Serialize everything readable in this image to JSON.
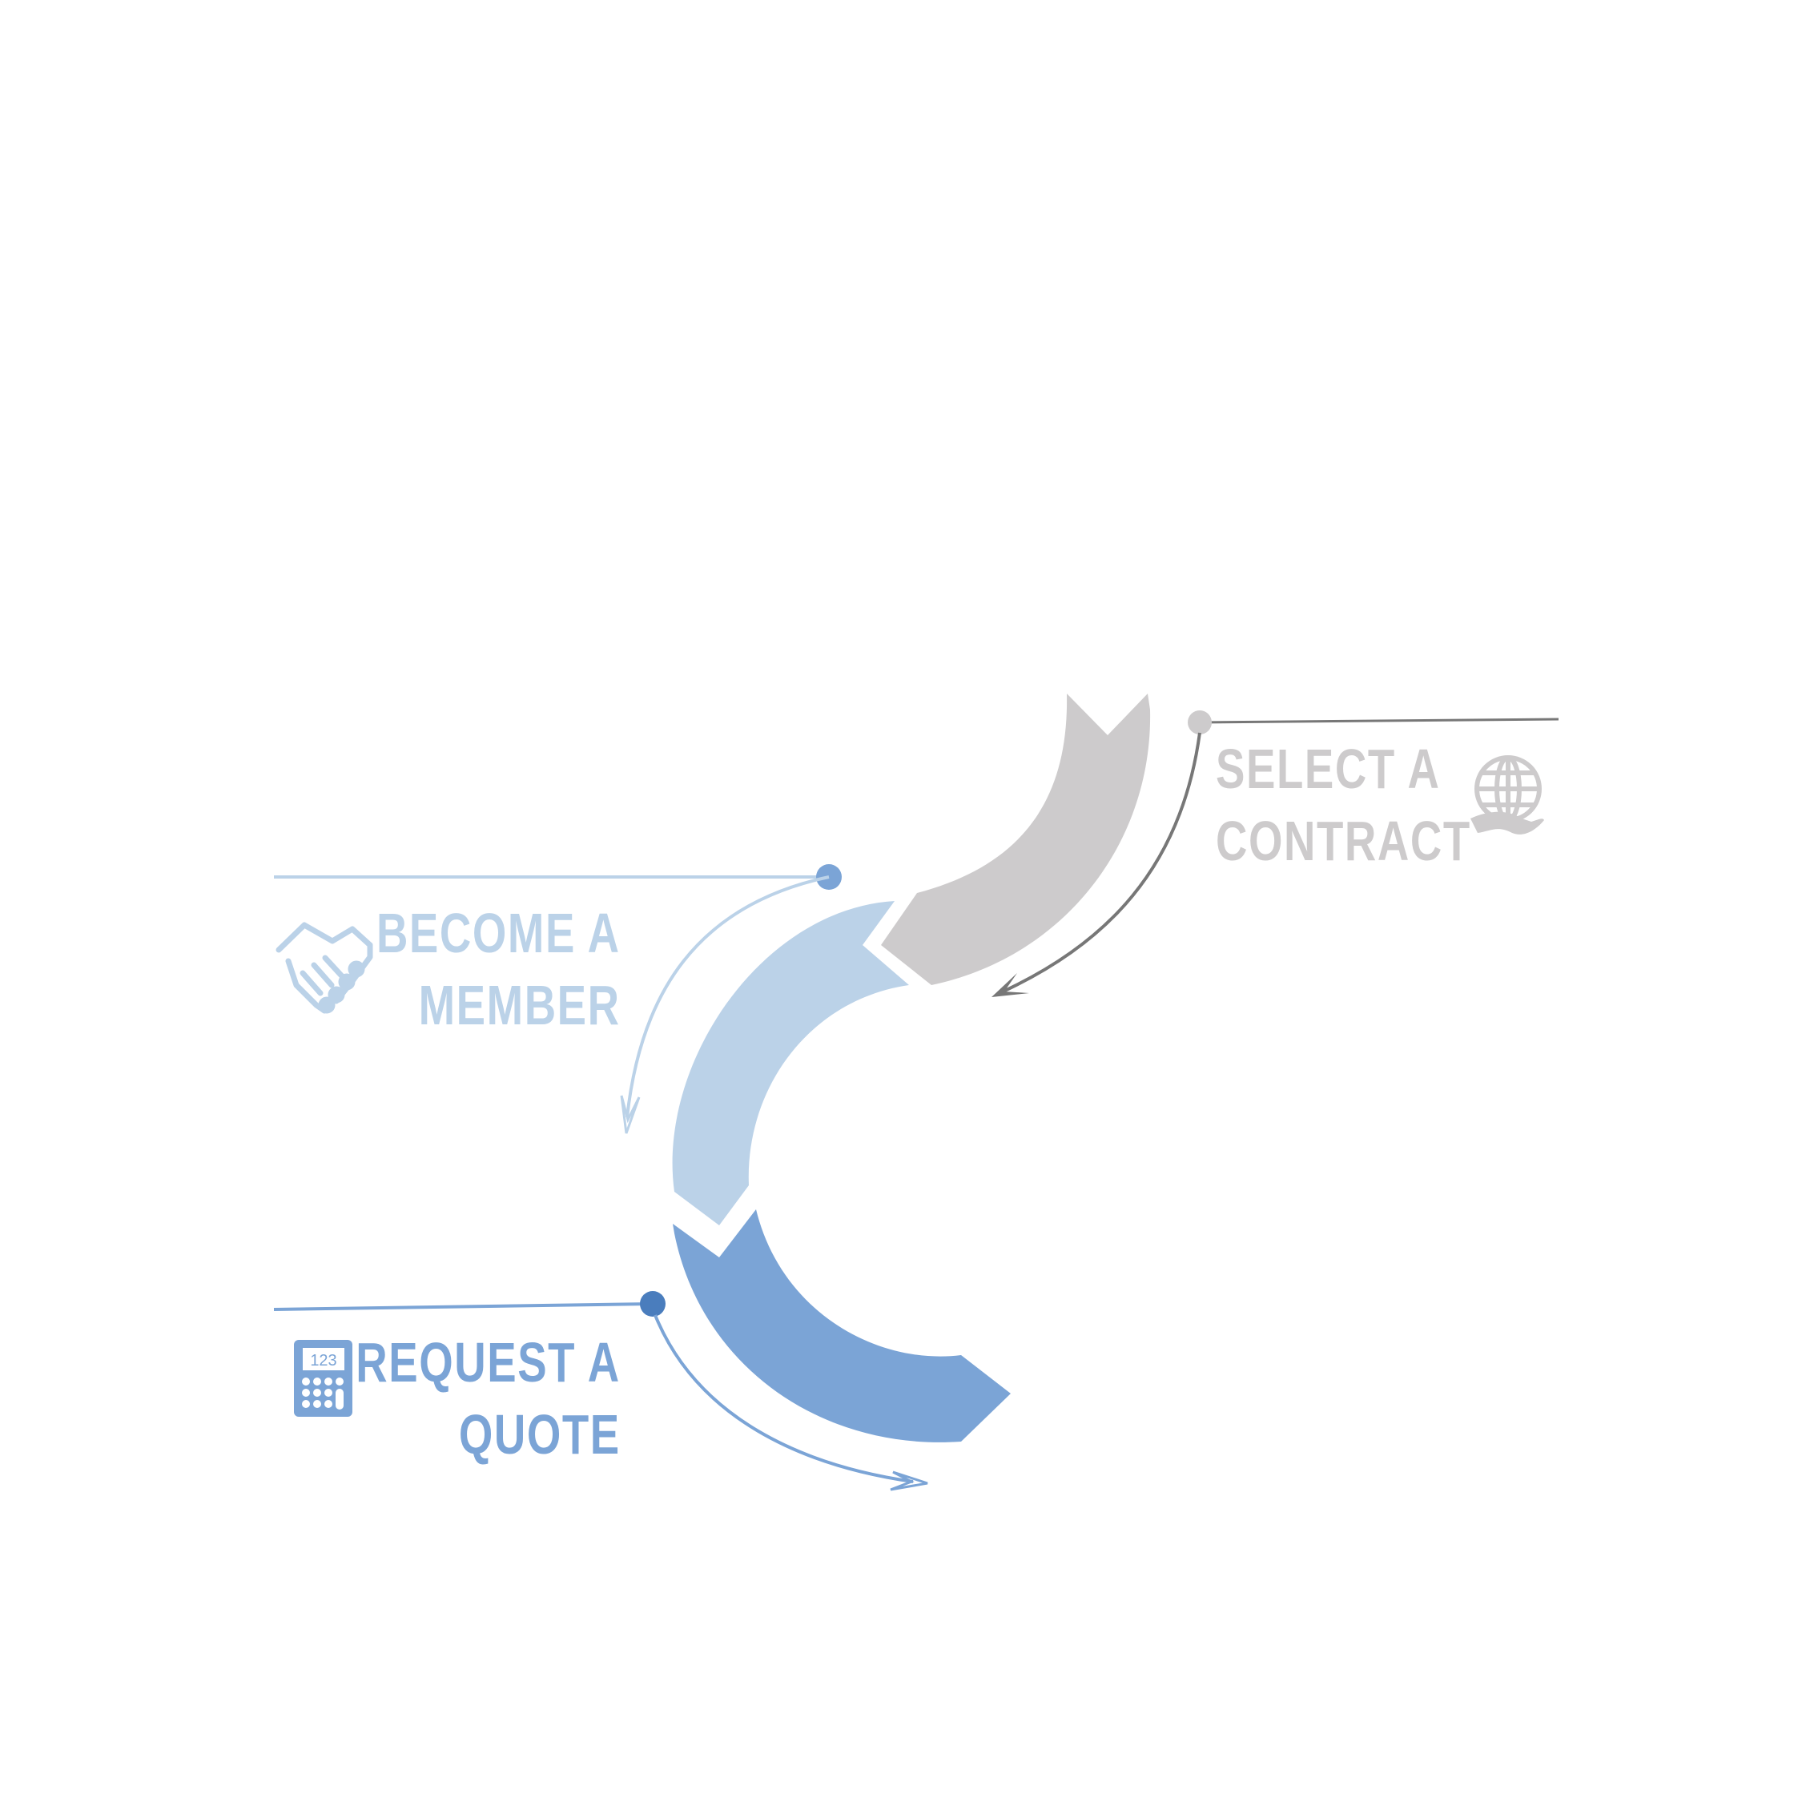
{
  "steps": [
    {
      "line1": "SELECT A",
      "line2": "CONTRACT",
      "icon": "hand-globe-icon",
      "color": "#cdcbcc"
    },
    {
      "line1": "BECOME A",
      "line2": "MEMBER",
      "icon": "handshake-icon",
      "color": "#bbd2e8"
    },
    {
      "line1": "REQUEST A",
      "line2": "QUOTE",
      "icon": "calculator-icon",
      "color": "#7ba4d6",
      "icon_text": "123"
    }
  ],
  "colors": {
    "gray_segment": "#cdcbcc",
    "light_segment": "#bbd2e8",
    "mid_segment": "#7ba4d6",
    "dark_dot": "#4a7dbd",
    "gray_arrow": "#777777"
  }
}
